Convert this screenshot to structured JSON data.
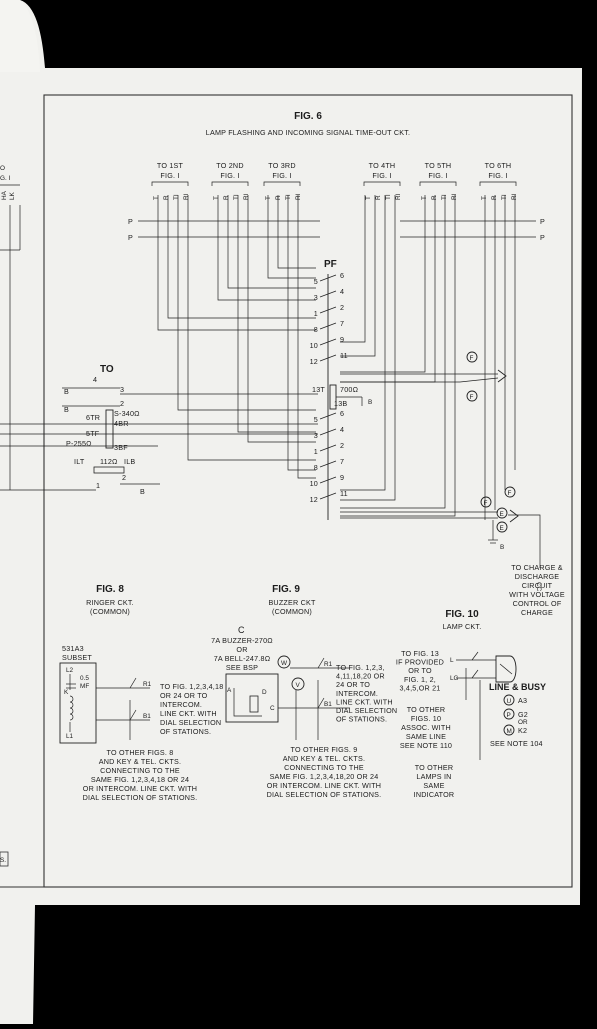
{
  "fig6": {
    "title": "FIG. 6",
    "subtitle": "LAMP FLASHING AND INCOMING SIGNAL TIME-OUT CKT.",
    "destinations": [
      {
        "line1": "TO 1ST",
        "line2": "FIG. I"
      },
      {
        "line1": "TO 2ND",
        "line2": "FIG. I"
      },
      {
        "line1": "TO 3RD",
        "line2": "FIG. I"
      },
      {
        "line1": "TO 4TH",
        "line2": "FIG. I"
      },
      {
        "line1": "TO 5TH",
        "line2": "FIG. I"
      },
      {
        "line1": "TO 6TH",
        "line2": "FIG. I"
      }
    ],
    "lead_labels": [
      "T",
      "R",
      "TI",
      "RI"
    ],
    "left_margin_labels": [
      "O",
      "G. I",
      "HA",
      "LK"
    ],
    "p_label": "P",
    "pf_label": "PF",
    "pf_terminals_upper": [
      "5",
      "6",
      "3",
      "4",
      "1",
      "2",
      "8",
      "7",
      "10",
      "9",
      "12",
      "11"
    ],
    "pf_terminals_lower": [
      "5",
      "6",
      "3",
      "4",
      "1",
      "2",
      "8",
      "7",
      "10",
      "9",
      "12",
      "11"
    ],
    "pf_13t": "13T",
    "pf_resistor": "700Ω",
    "pf_13b": "13B",
    "to_label": "TO",
    "to_parts": {
      "t4": "4",
      "t3": "3",
      "t2": "2",
      "tr": "6TR",
      "s": "S-340Ω",
      "br": "4BR",
      "tf": "5TF",
      "p": "P-255Ω",
      "bf": "3BF",
      "ilt": "ILT",
      "il": "112Ω",
      "ilb": "ILB",
      "t1": "1",
      "t2b": "2",
      "b": "B"
    },
    "f_label": "F",
    "e_label": "E",
    "b_label": "B",
    "cc_label": "CC",
    "charge_note": [
      "TO CHARGE &",
      "DISCHARGE",
      "CIRCUIT",
      "WITH VOLTAGE",
      "CONTROL OF",
      "CHARGE"
    ]
  },
  "fig8": {
    "title": "FIG. 8",
    "sub1": "RINGER CKT.",
    "sub2": "(COMMON)",
    "subset_1": "531A3",
    "subset_2": "SUBSET",
    "l2": "L2",
    "cap": "0.5",
    "mf": "MF",
    "k": "K",
    "l1": "L1",
    "r1": "R1",
    "b1": "B1",
    "to_note": [
      "TO FIG. 1,2,3,4,18",
      "OR 24 OR TO",
      "INTERCOM.",
      "LINE CKT. WITH",
      "DIAL SELECTION",
      "OF STATIONS."
    ],
    "bottom_note": [
      "TO OTHER FIGS. 8",
      "AND KEY & TEL. CKTS.",
      "CONNECTING TO THE",
      "SAME FIG. 1,2,3,4,18 OR 24",
      "OR INTERCOM. LINE CKT. WITH",
      "DIAL SELECTION OF STATIONS."
    ]
  },
  "fig9": {
    "title": "FIG. 9",
    "sub1": "BUZZER CKT",
    "sub2": "(COMMON)",
    "c": "C",
    "buzzer": [
      "7A BUZZER-270Ω",
      "OR",
      "7A BELL-247.8Ω",
      "SEE BSP"
    ],
    "w": "W",
    "v": "V",
    "a": "A",
    "d": "D",
    "cc": "C",
    "r1": "R1",
    "b1": "B1",
    "to_note": [
      "TO FIG. 1,2,3,",
      "4,11,18,20 OR",
      "24 OR TO",
      "INTERCOM.",
      "LINE CKT. WITH",
      "DIAL SELECTION",
      "OF STATIONS."
    ],
    "bottom_note": [
      "TO OTHER FIGS. 9",
      "AND KEY & TEL. CKTS.",
      "CONNECTING TO THE",
      "SAME FIG. 1,2,3,4,18,20 OR 24",
      "OR INTERCOM. LINE CKT. WITH",
      "DIAL SELECTION OF STATIONS."
    ]
  },
  "fig10": {
    "title": "FIG. 10",
    "sub1": "LAMP CKT.",
    "to_note": [
      "TO FIG. 13",
      "IF PROVIDED",
      "OR TO",
      "FIG. 1, 2,",
      "3,4,5,OR 21"
    ],
    "l": "L",
    "lg": "LG",
    "line_busy": "LINE & BUSY",
    "u": "U",
    "u_val": "A3",
    "p": "P",
    "p_val": "G2",
    "or": "OR",
    "m": "M",
    "m_val": "K2",
    "see_104": "SEE NOTE 104",
    "other_note": [
      "TO OTHER",
      "FIGS. 10",
      "ASSOC. WITH",
      "SAME LINE",
      "SEE NOTE 110"
    ],
    "lamps_note": [
      "TO OTHER",
      "LAMPS IN",
      "SAME",
      "INDICATOR"
    ]
  },
  "corner_fragment": "S."
}
